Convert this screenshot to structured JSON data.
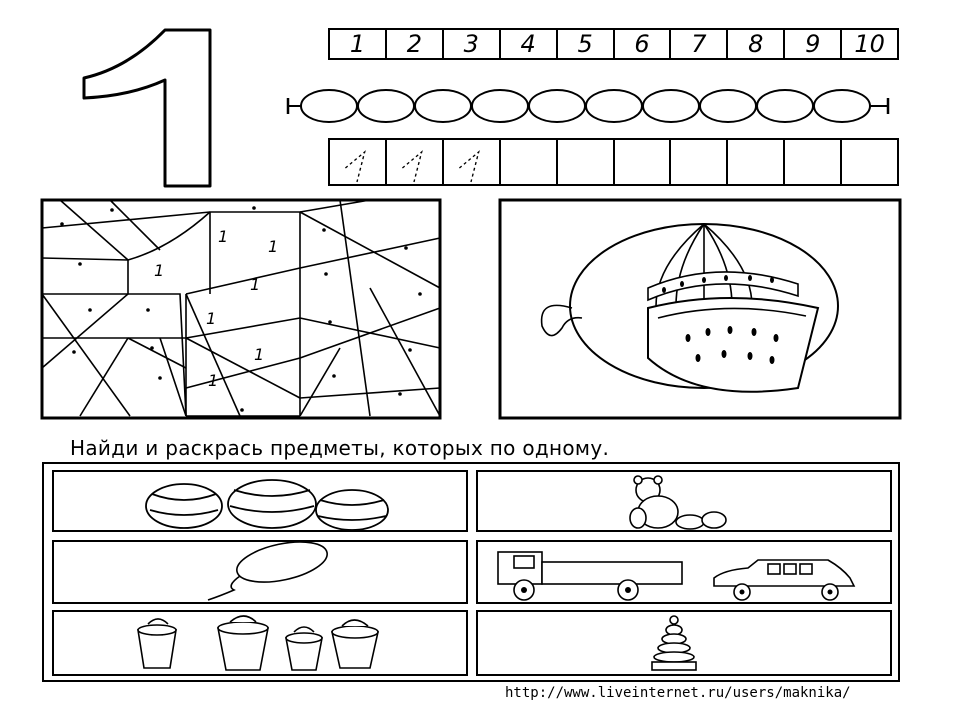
{
  "worksheet": {
    "big_digit": "1",
    "numbers": [
      "1",
      "2",
      "3",
      "4",
      "5",
      "6",
      "7",
      "8",
      "9",
      "10"
    ],
    "bead_count": 10,
    "trace_cells": 10,
    "traced_cells": 3,
    "mosaic_marks": [
      "1",
      "1",
      "1",
      "1",
      "1",
      "1",
      "1"
    ],
    "instruction": "Найди и раскрась предметы, которых по одному.",
    "footer_url": "http://www.liveinternet.ru/users/maknika/"
  }
}
